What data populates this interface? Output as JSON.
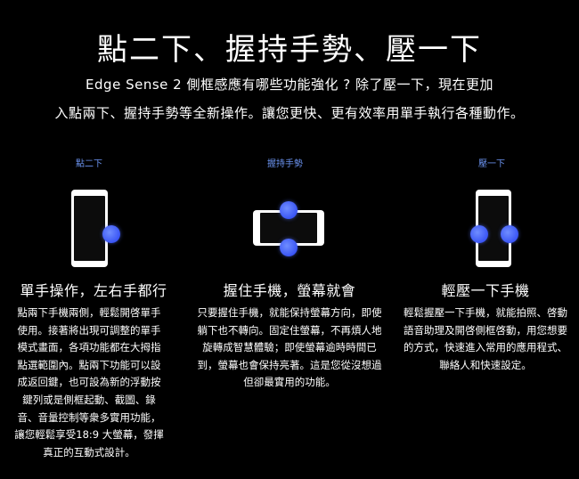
{
  "title": "點二下、握持手勢、壓一下",
  "subtitle_line1": "Edge Sense 2 側框感應有哪些功能強化 ? 除了壓一下，現在更加",
  "subtitle_line2": "入點兩下、握持手勢等全新操作。讓您更快、更有效率用單手執行各種動作。",
  "features": [
    {
      "tag": "點二下",
      "heading": "單手操作，左右手都行",
      "description": "點兩下手機兩側，輕鬆開啓單手使用。接著將出現可調整的單手模式畫面，各項功能都在大拇指點選範圍內。點兩下功能可以設成返回鍵，也可設為新的浮動按鍵列或是側框起動、截圖、錄音、音量控制等衆多實用功能，讓您輕鬆享受18:9 大螢幕，發揮真正的互動式設計。"
    },
    {
      "tag": "握持手勢",
      "heading": "握住手機，螢幕就會",
      "description": "只要握住手機，就能保持螢幕方向，即使躺下也不轉向。固定住螢幕，不再煩人地旋轉成智慧體驗；即使螢幕逾時時間已到，螢幕也會保持亮著。這是您從沒想過但卻最實用的功能。"
    },
    {
      "tag": "壓一下",
      "heading": "輕壓一下手機",
      "description": "輕鬆握壓一下手機，就能拍照、啓動語音助理及開啓側框啓動，用您想要的方式，快速進入常用的應用程式、聯絡人和快速設定。"
    }
  ],
  "colors": {
    "background": "#000000",
    "accent_tag": "#6b93f0",
    "touch_dot": "#3a55f5"
  }
}
